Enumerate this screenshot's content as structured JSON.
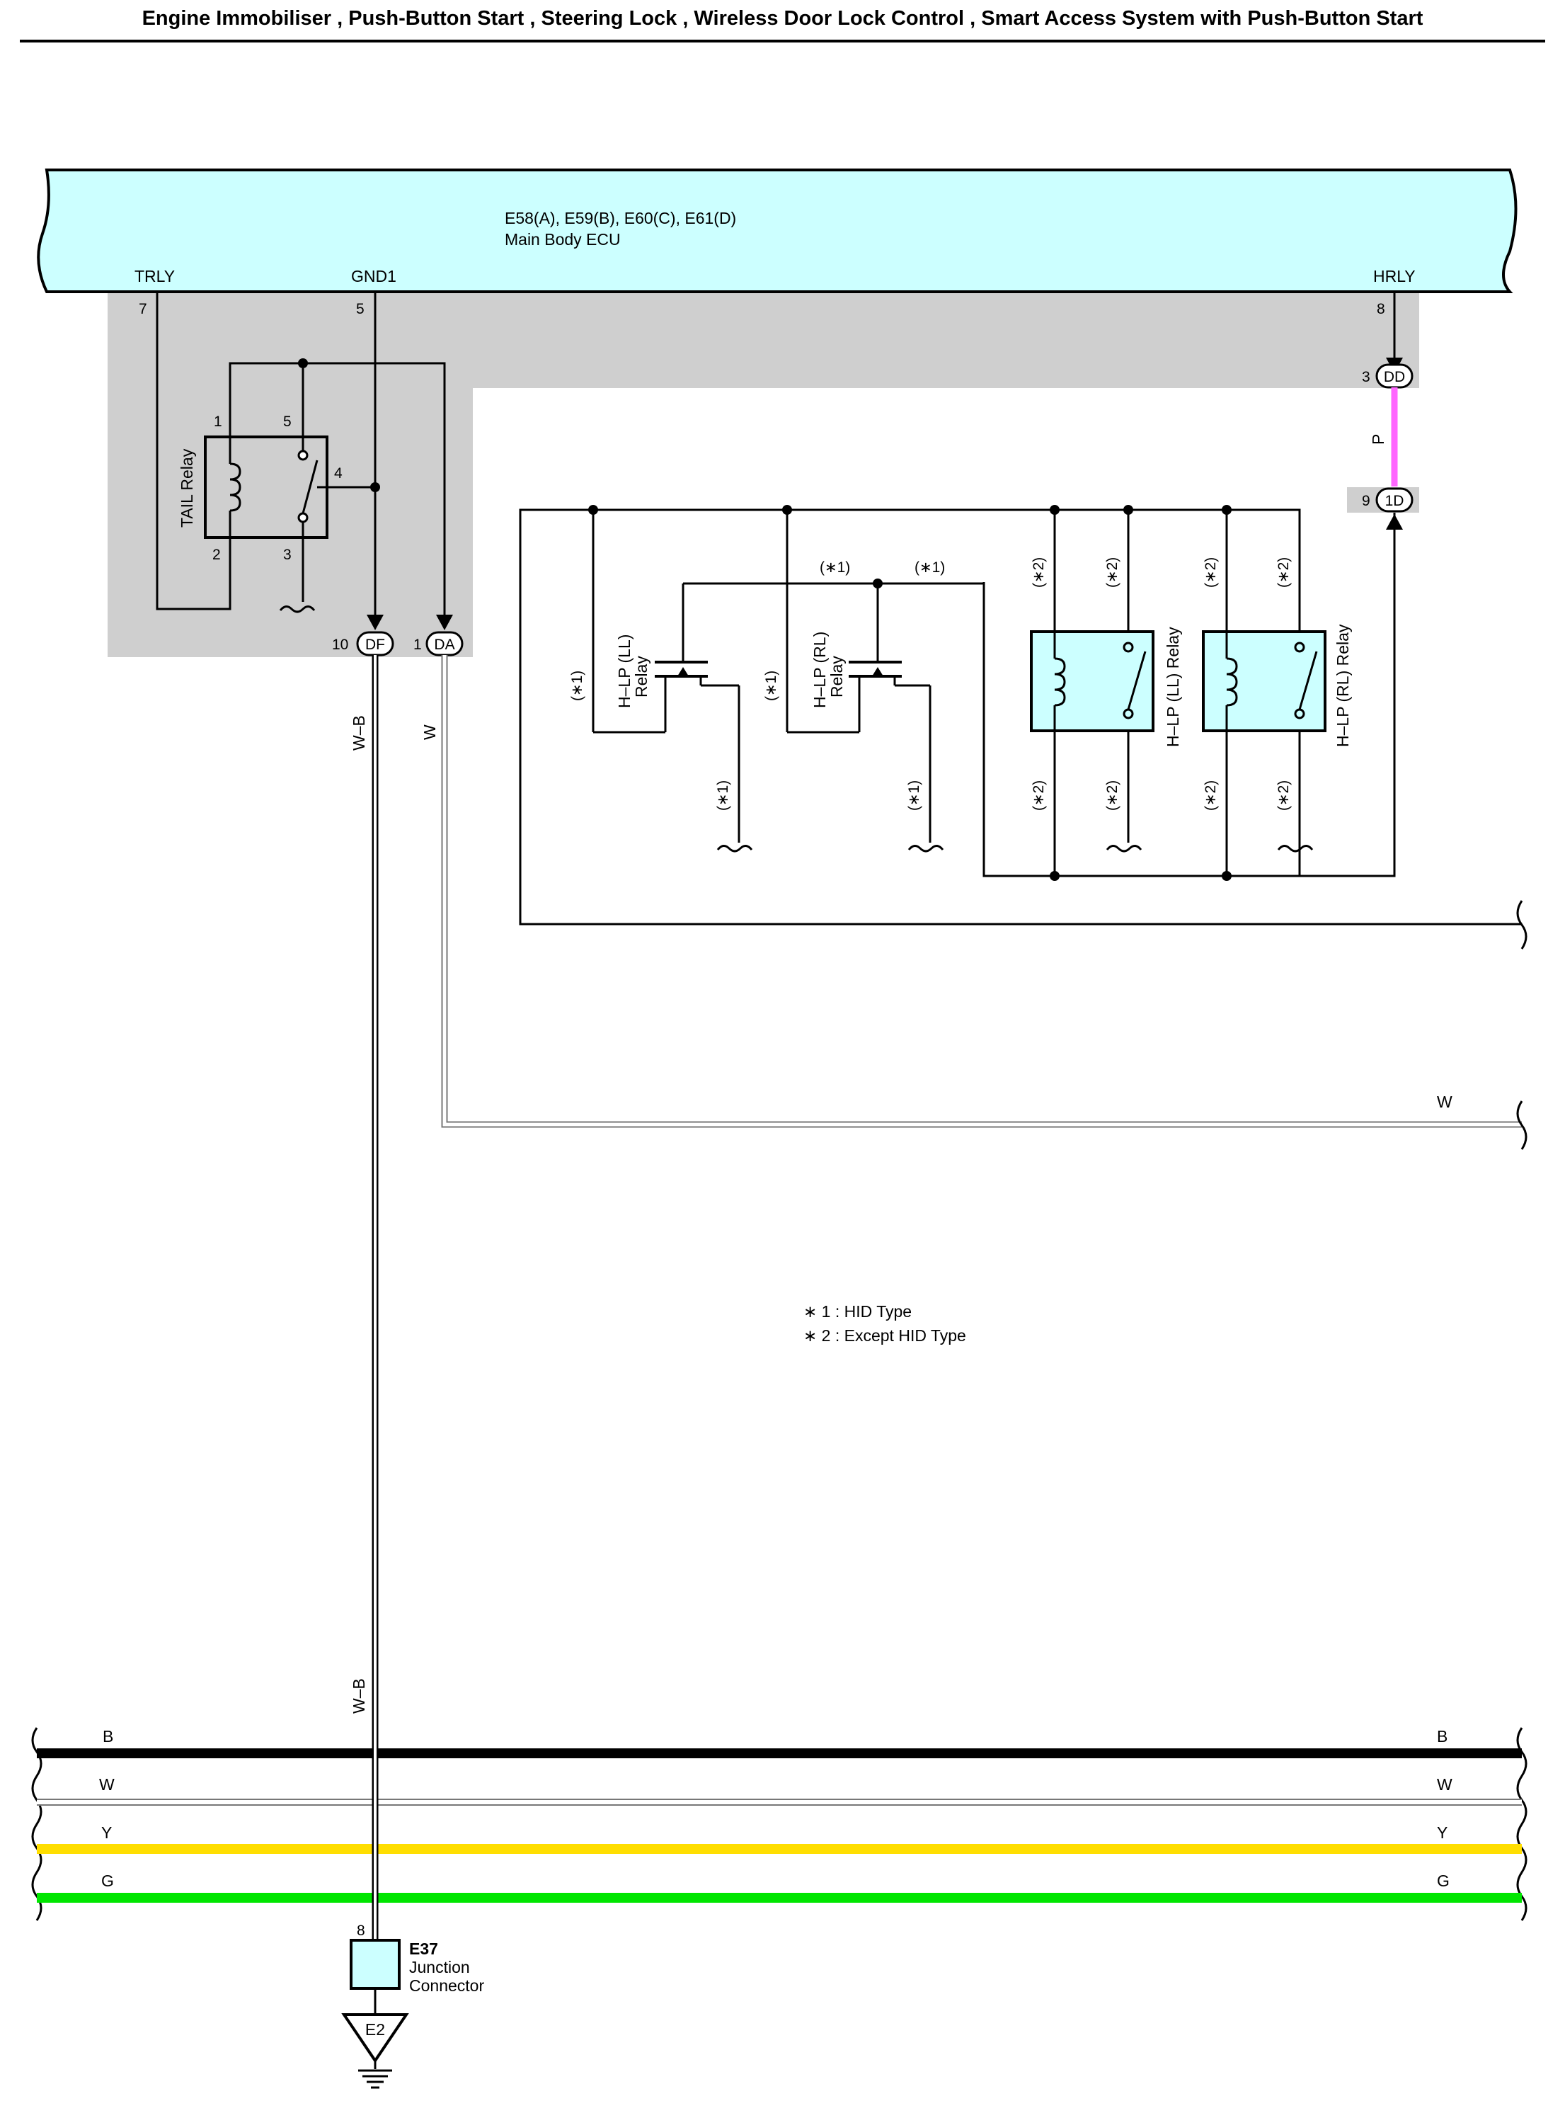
{
  "header": {
    "title": "Engine Immobiliser , Push-Button Start , Steering Lock , Wireless Door Lock Control , Smart Access System with Push-Button Start"
  },
  "ecu": {
    "connectors": "E58(A), E59(B), E60(C), E61(D)",
    "name": "Main Body ECU",
    "pins": [
      {
        "name": "TRLY",
        "number": "7"
      },
      {
        "name": "GND1",
        "number": "5"
      },
      {
        "name": "HRLY",
        "number": "8"
      }
    ]
  },
  "tail_relay": {
    "label": "TAIL Relay",
    "pins": [
      "1",
      "5",
      "4",
      "2",
      "3"
    ]
  },
  "connectors": {
    "DF": {
      "pin": "10",
      "code": "DF"
    },
    "DA": {
      "pin": "1",
      "code": "DA"
    },
    "DD": {
      "pin": "3",
      "code": "DD"
    },
    "1D": {
      "pin": "9",
      "code": "1D"
    }
  },
  "wires": {
    "wb": "W–B",
    "w": "W",
    "p": "P"
  },
  "hid_relays": [
    {
      "label_line1": "H–LP (LL)",
      "label_line2": "Relay"
    },
    {
      "label_line1": "H–LP (RL)",
      "label_line2": "Relay"
    }
  ],
  "std_relays": [
    {
      "label": "H–LP (LL) Relay"
    },
    {
      "label": "H–LP (RL) Relay"
    }
  ],
  "variant_marks": {
    "m1": "(∗1)",
    "m2": "(∗2)"
  },
  "notes": {
    "n1": "∗ 1 : HID Type",
    "n2": "∗ 2 : Except HID Type"
  },
  "bus": [
    {
      "name": "B",
      "color": "#000000"
    },
    {
      "name": "W",
      "color": "#ffffff"
    },
    {
      "name": "Y",
      "color": "#ffde00"
    },
    {
      "name": "G",
      "color": "#00e600"
    }
  ],
  "junction": {
    "pin": "8",
    "code": "E37",
    "name_line1": "Junction",
    "name_line2": "Connector"
  },
  "ground": {
    "code": "E2"
  },
  "colors": {
    "ecu_fill": "#ccffff",
    "gray_area": "#cfcfcf",
    "pink_wire": "#ff66ff",
    "relay_fill": "#ccffff"
  }
}
